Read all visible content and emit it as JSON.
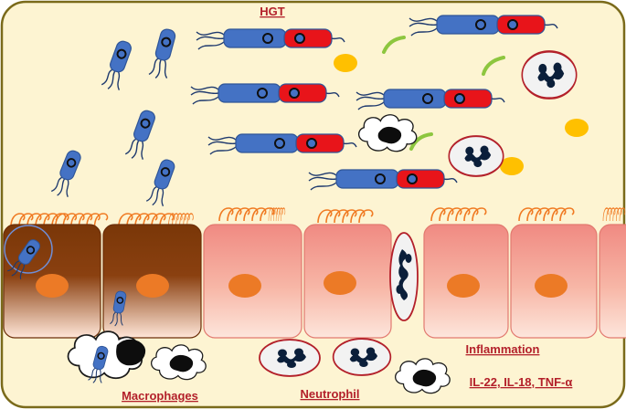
{
  "labels": {
    "hgt": "HGT",
    "macrophages": "Macrophages",
    "neutrophil": "Neutrophil",
    "inflammation": "Inflammation",
    "cytokines": "IL-22, IL-18, TNF-α"
  },
  "colors": {
    "background": "#fdf4d2",
    "border": "#7a6a1a",
    "bacterium_blue": "#4472c4",
    "plasmid_red": "#e8141a",
    "label_red": "#b3202a",
    "cilia": "#f07a22",
    "nucleus": "#ec7a26",
    "bile_green": "#8dc63f",
    "yellow_particle": "#ffc000"
  }
}
